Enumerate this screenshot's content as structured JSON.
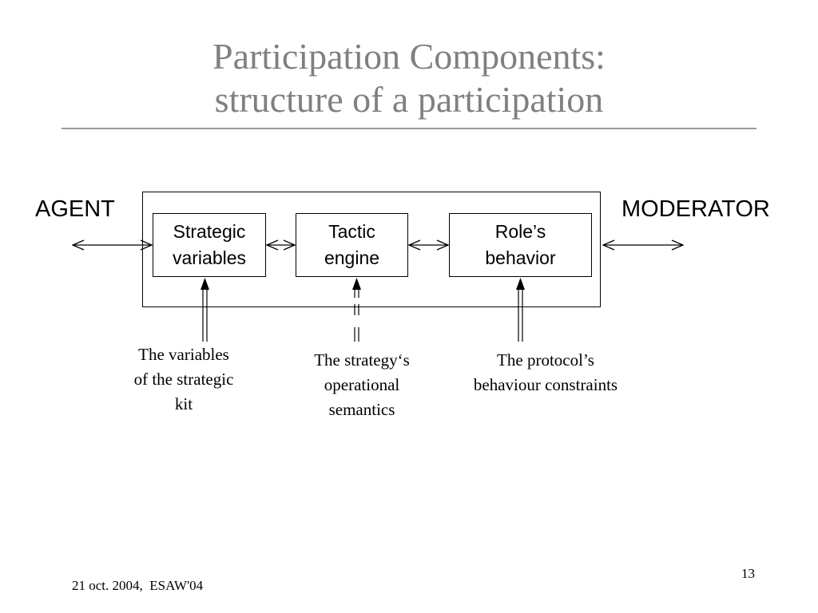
{
  "slide": {
    "title_lines": [
      "Participation Components:",
      "structure of a participation"
    ],
    "agent_label": "AGENT",
    "moderator_label": "MODERATOR",
    "components": [
      {
        "lines": [
          "Strategic",
          "variables"
        ]
      },
      {
        "lines": [
          "Tactic",
          "engine"
        ]
      },
      {
        "lines": [
          "Role’s",
          "behavior"
        ]
      }
    ],
    "captions": [
      {
        "lines": [
          "The variables",
          "of the strategic",
          "kit"
        ]
      },
      {
        "lines": [
          "The strategy‘s",
          "operational",
          "semantics"
        ]
      },
      {
        "lines": [
          "The protocol’s",
          "behaviour constraints"
        ]
      }
    ],
    "footer": "21 oct. 2004,  ESAW'04",
    "page_number": "13"
  },
  "colors": {
    "title": "#808080",
    "rule": "#9a9a9a",
    "ink": "#000000",
    "background": "#ffffff"
  }
}
